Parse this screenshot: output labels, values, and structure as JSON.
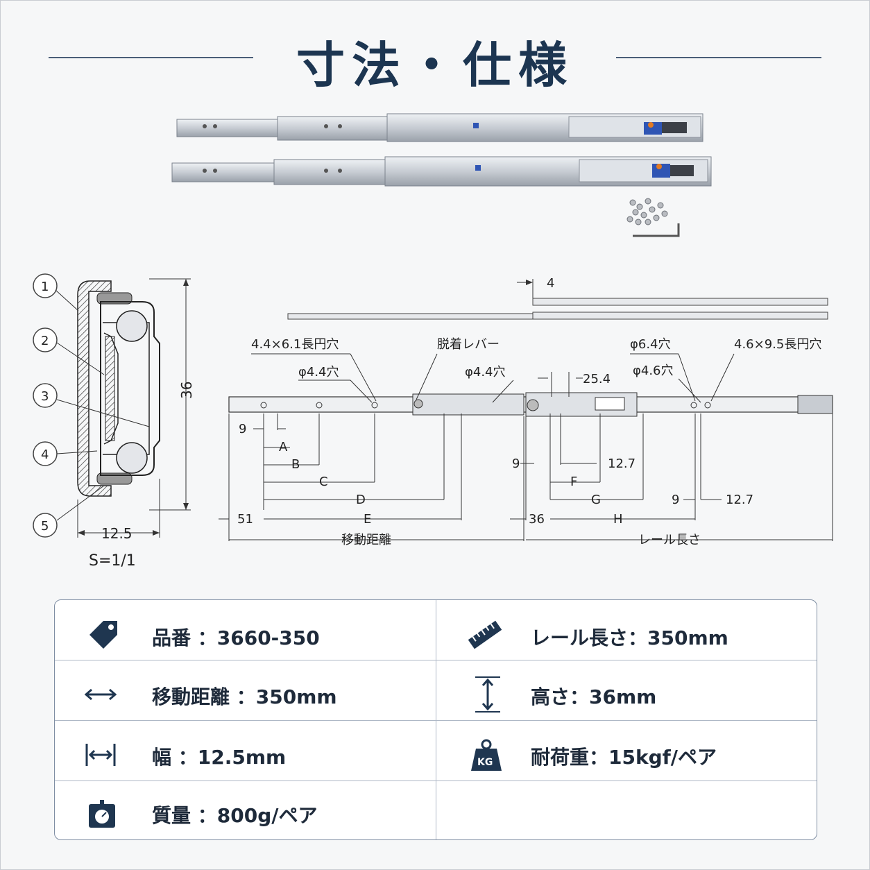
{
  "title": "寸法・仕様",
  "section": {
    "callouts": [
      "1",
      "2",
      "3",
      "4",
      "5"
    ],
    "height_label": "36",
    "width_label": "12.5",
    "scale_label": "S=1/1"
  },
  "drawing": {
    "labels": {
      "top4": "4",
      "slot1": "4.4×6.1長円穴",
      "hole1": "φ4.4穴",
      "lever": "脱着レバー",
      "hole2": "φ4.4穴",
      "dim254": "25.4",
      "hole64": "φ6.4穴",
      "hole46": "φ4.6穴",
      "slot2": "4.6×9.5長円穴",
      "d9a": "9",
      "dA": "A",
      "dB": "B",
      "dC": "C",
      "dD": "D",
      "dE": "E",
      "d51": "51",
      "travel": "移動距離",
      "d9b": "9",
      "d127a": "12.7",
      "dF": "F",
      "dG": "G",
      "d36": "36",
      "dH": "H",
      "d9c": "9",
      "d127b": "12.7",
      "rail": "レール長さ"
    }
  },
  "specs": {
    "part_no": "品番 ：3660-350",
    "rail_length": "レール長さ：350mm",
    "travel": "移動距離 ：350mm",
    "height": "高さ：36mm",
    "width": "幅 ：12.5mm",
    "load": "耐荷重：15kgf/ペア",
    "weight": "質量 ：800g/ペア",
    "kg_badge": "KG",
    "icons": [
      "tag-icon",
      "ruler-icon",
      "double-arrow-icon",
      "vertical-arrow-icon",
      "width-arrow-icon",
      "weight-kg-icon",
      "scale-icon"
    ]
  }
}
